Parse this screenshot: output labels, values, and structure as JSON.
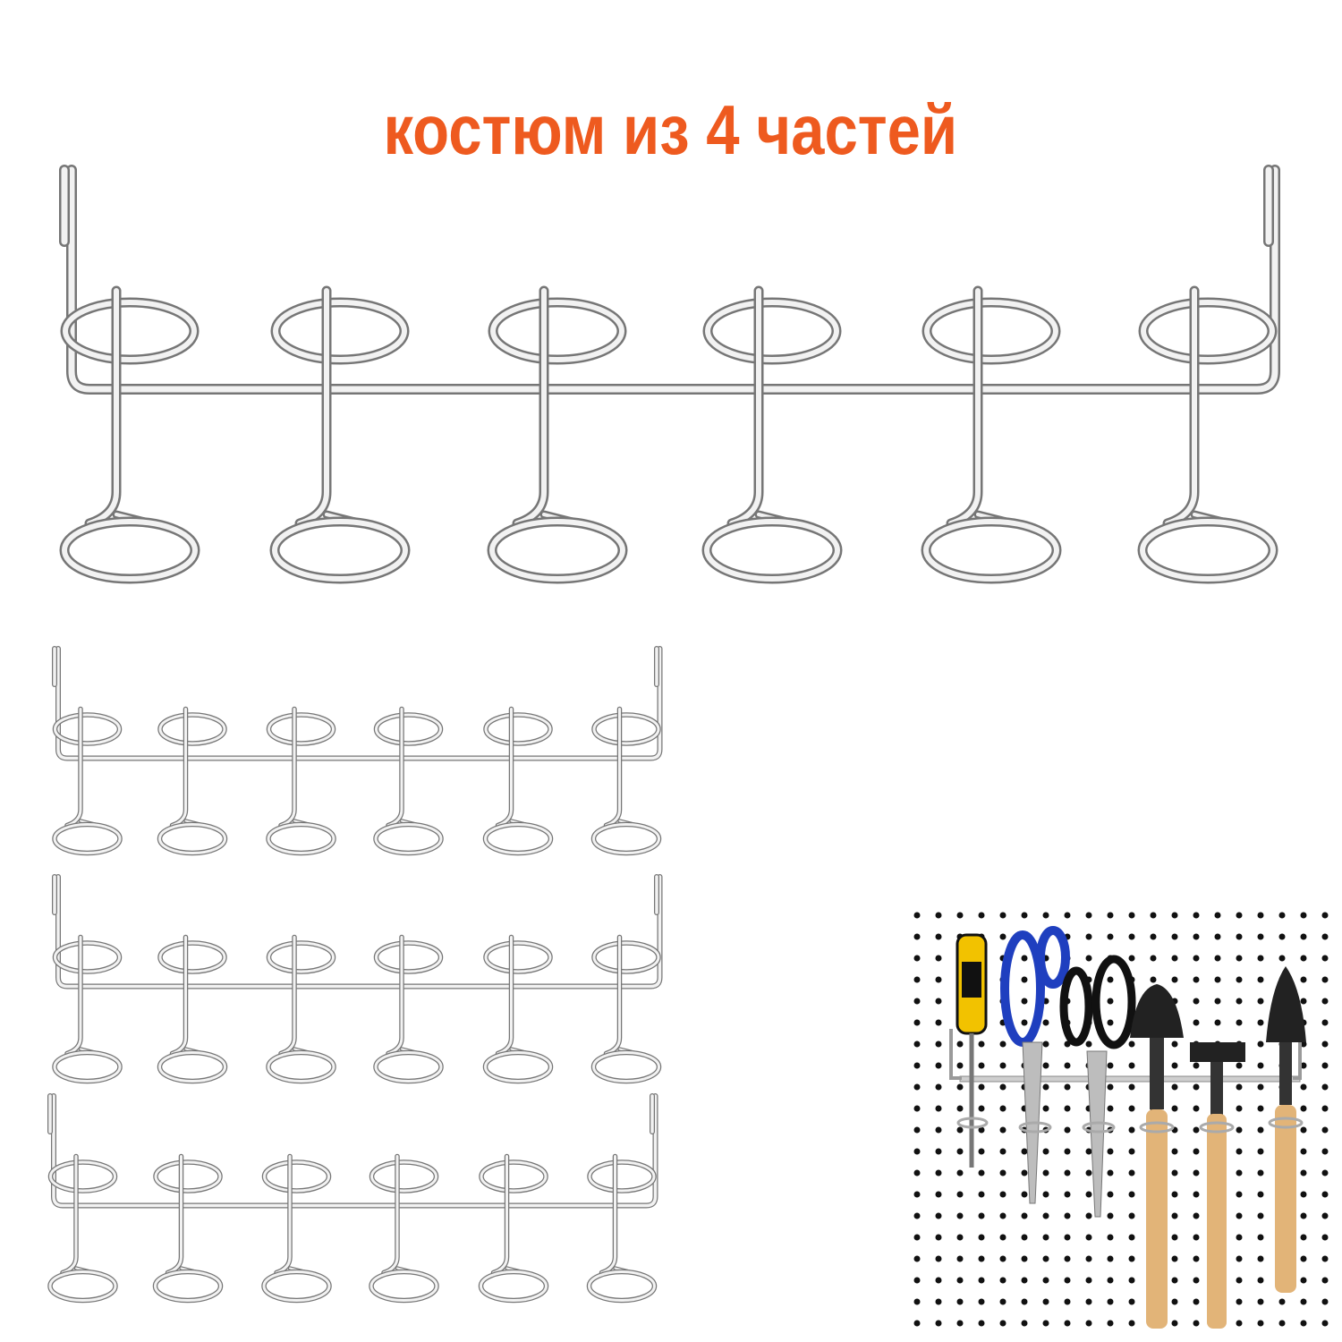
{
  "headline": "костюм из 4 частей",
  "colors": {
    "headline": "#ee5a1f",
    "wire_highlight": "#f4f4f4",
    "wire_shadow": "#7d7d7d",
    "pegboard": "#ffffff",
    "pegboard_holes": "#111111",
    "handle_blue": "#1f3fbf",
    "handle_yellow": "#f2c200",
    "wood": "#e2b478"
  },
  "product": {
    "set_count": 4,
    "rings_per_rack": 6,
    "image_kind": "pegboard tool holder rack with six ring holders"
  }
}
